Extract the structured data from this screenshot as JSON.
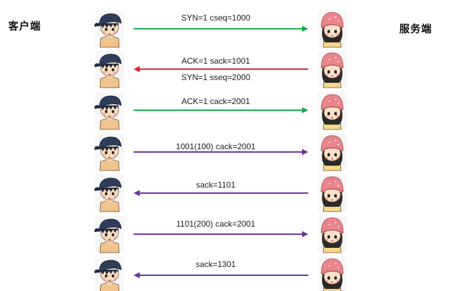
{
  "parties": {
    "client": "客户端",
    "server": "服务端"
  },
  "colors": {
    "green": "#1bab4c",
    "red": "#e4212b",
    "purple": "#7030a0"
  },
  "messages": [
    {
      "direction": "to-server",
      "color": "green",
      "labels": [
        "SYN=1 cseq=1000"
      ]
    },
    {
      "direction": "to-client",
      "color": "red",
      "labels": [
        "ACK=1 sack=1001",
        "SYN=1 sseq=2000"
      ]
    },
    {
      "direction": "to-server",
      "color": "green",
      "labels": [
        "ACK=1 cack=2001"
      ]
    },
    {
      "direction": "to-server",
      "color": "purple",
      "labels": [
        "1001(100) cack=2001"
      ]
    },
    {
      "direction": "to-client",
      "color": "purple",
      "labels": [
        "sack=1101"
      ]
    },
    {
      "direction": "to-server",
      "color": "purple",
      "labels": [
        "1101(200) cack=2001"
      ]
    },
    {
      "direction": "to-client",
      "color": "purple",
      "labels": [
        "sack=1301"
      ]
    }
  ],
  "avatars": {
    "client": "boy-avatar-icon",
    "server": "girl-avatar-icon"
  }
}
